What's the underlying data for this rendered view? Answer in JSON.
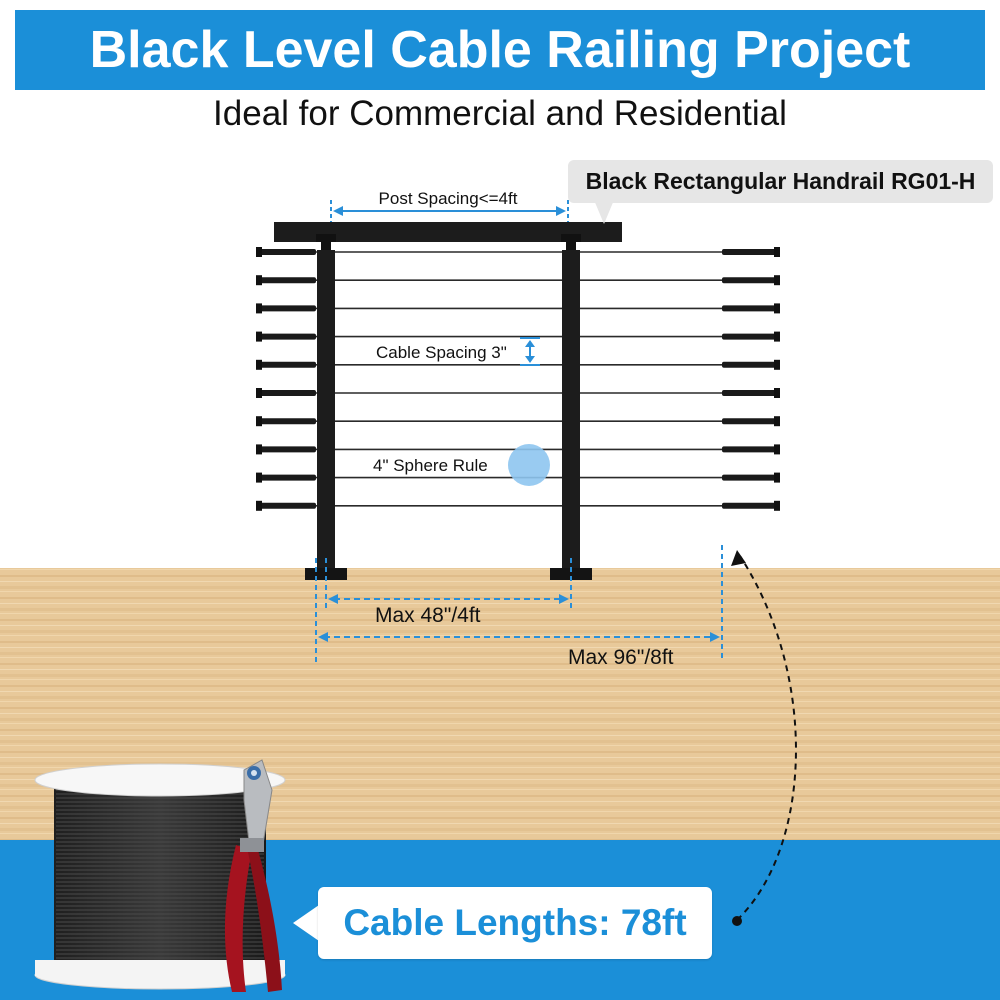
{
  "header": {
    "title": "Black Level Cable Railing Project",
    "subtitle": "Ideal for Commercial and Residential"
  },
  "diagram": {
    "handrail_label": "Black Rectangular Handrail RG01-H",
    "post_spacing_label": "Post Spacing<=4ft",
    "cable_spacing_label": "Cable Spacing 3\"",
    "sphere_rule_label": "4\" Sphere Rule",
    "max_post_span_label": "Max 48\"/4ft",
    "max_cable_span_label": "Max 96\"/8ft",
    "cable_count": 10
  },
  "callout": {
    "cable_lengths_label": "Cable Lengths: 78ft"
  },
  "colors": {
    "brand_blue": "#1b8fd8",
    "dimension_blue": "#2a8fd8",
    "rail_black": "#1c1c1c",
    "wood": "#e8c99a",
    "sphere": "#8ec5ef"
  },
  "icons": {
    "cable_spool": "cable-spool-icon",
    "cable_cutter": "cable-cutter-icon"
  }
}
